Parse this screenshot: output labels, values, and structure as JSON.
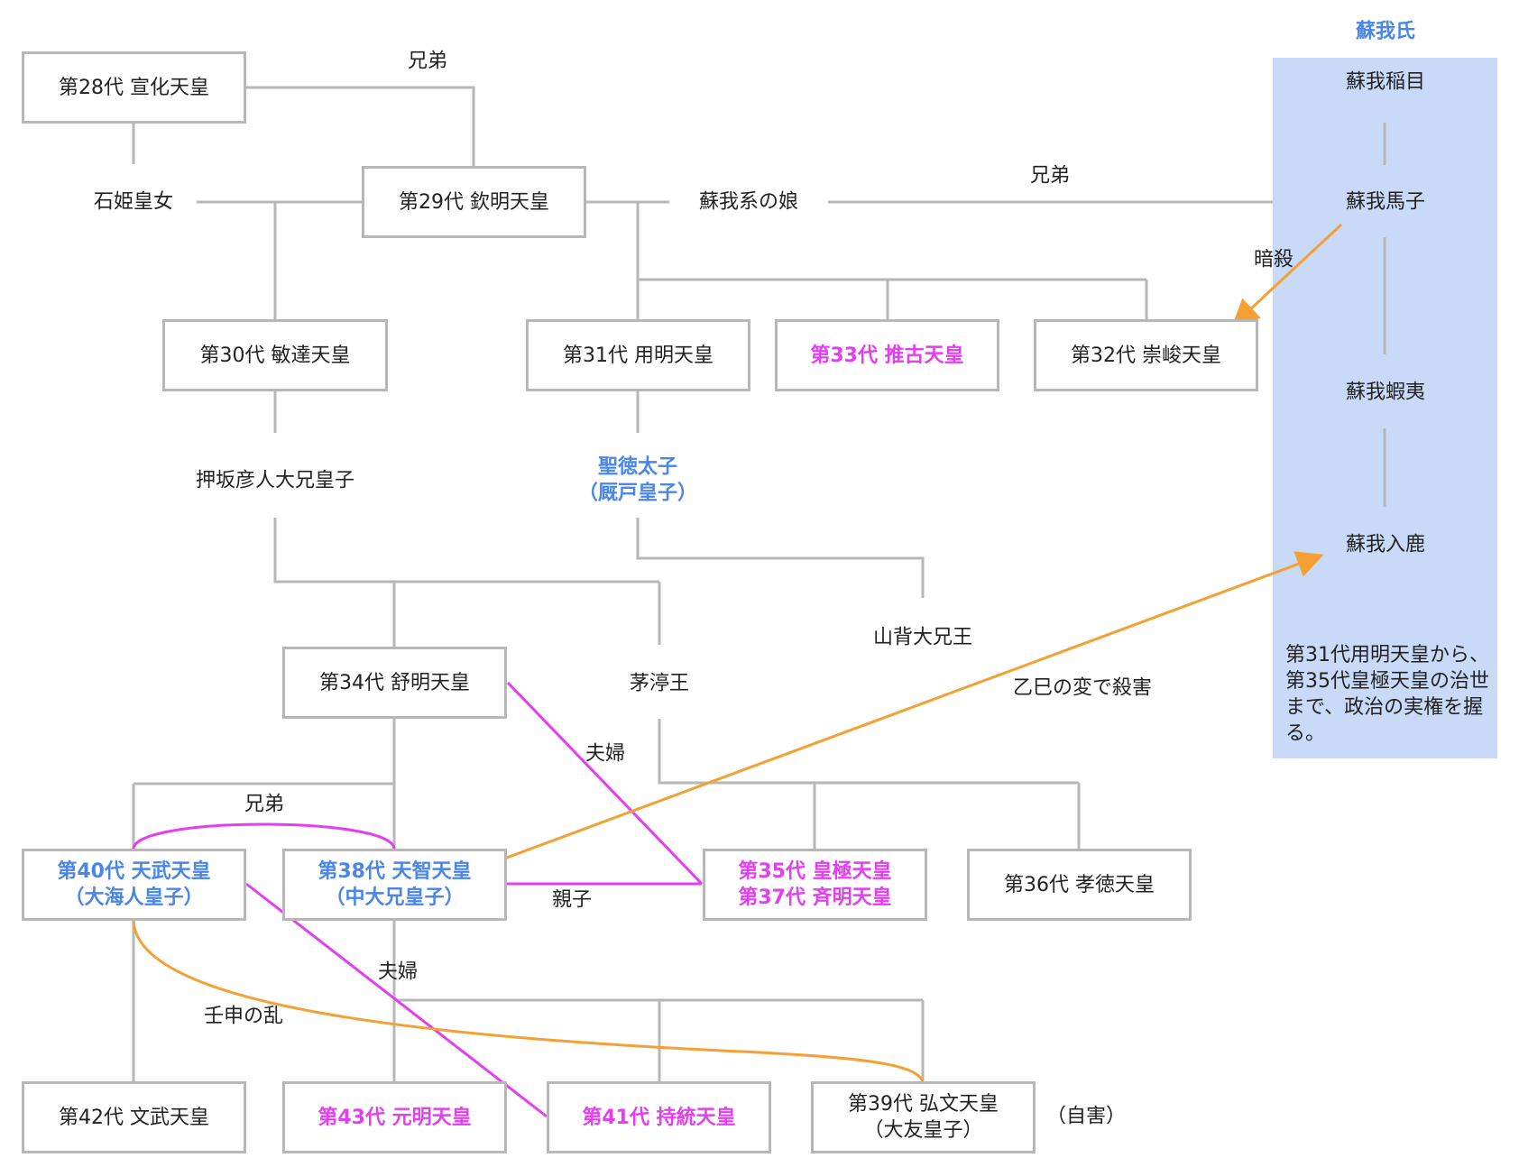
{
  "colors": {
    "connector": "#b7b7b7",
    "marriage": "#e33ef0",
    "conflict": "#f4a035",
    "highlight_blue": "#4a86e8",
    "soga_panel": "#c9daf8"
  },
  "emperors": {
    "e28": {
      "line1": "第28代 宣化天皇"
    },
    "e29": {
      "line1": "第29代 欽明天皇"
    },
    "e30": {
      "line1": "第30代 敏達天皇"
    },
    "e31": {
      "line1": "第31代 用明天皇"
    },
    "e33": {
      "line1": "第33代 推古天皇"
    },
    "e32": {
      "line1": "第32代 崇峻天皇"
    },
    "e34": {
      "line1": "第34代 舒明天皇"
    },
    "e40": {
      "line1": "第40代 天武天皇",
      "line2": "（大海人皇子）"
    },
    "e38": {
      "line1": "第38代 天智天皇",
      "line2": "（中大兄皇子）"
    },
    "e35": {
      "line1": "第35代 皇極天皇",
      "line2": "第37代 斉明天皇"
    },
    "e36": {
      "line1": "第36代 孝徳天皇"
    },
    "e42": {
      "line1": "第42代 文武天皇"
    },
    "e43": {
      "line1": "第43代 元明天皇"
    },
    "e41": {
      "line1": "第41代 持統天皇"
    },
    "e39": {
      "line1": "第39代 弘文天皇",
      "line2": "（大友皇子）"
    }
  },
  "persons": {
    "ishihime": "石姫皇女",
    "soga_daughter": "蘇我系の娘",
    "oshisaka": "押坂彦人大兄皇子",
    "shotoku_1": "聖徳太子",
    "shotoku_2": "（厩戸皇子）",
    "yamashiro": "山背大兄王",
    "chinu": "茅渟王"
  },
  "relations": {
    "brothers_top": "兄弟",
    "brothers_soga": "兄弟",
    "brothers_bottom": "兄弟",
    "couple_34_35": "夫婦",
    "parent_child": "親子",
    "couple_40_41": "夫婦",
    "jinshin": "壬申の乱",
    "isshi": "乙巳の変で殺害",
    "assassination": "暗殺",
    "suicide": "（自害）"
  },
  "soga": {
    "title": "蘇我氏",
    "members": [
      "蘇我稲目",
      "蘇我馬子",
      "蘇我蝦夷",
      "蘇我入鹿"
    ],
    "note": "第31代用明天皇から、第35代皇極天皇の治世まで、政治の実権を握る。"
  }
}
